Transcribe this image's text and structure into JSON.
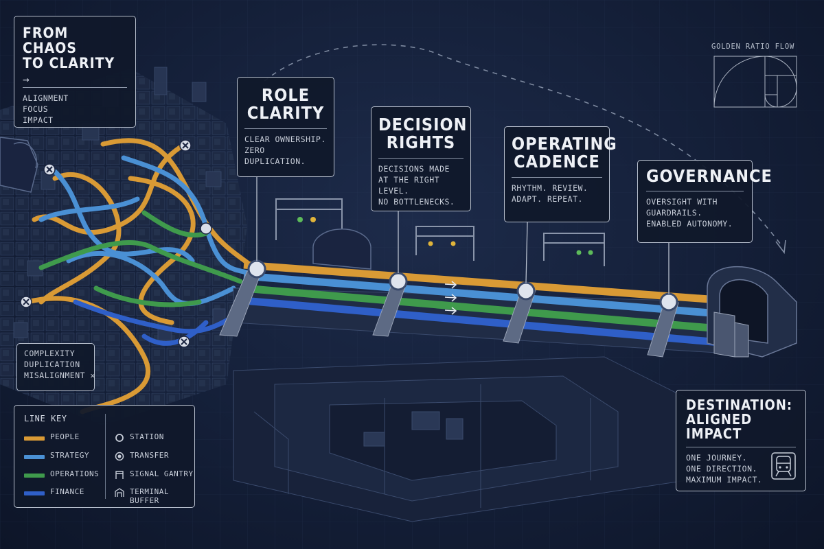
{
  "intro": {
    "title_line1": "FROM CHAOS",
    "title_line2": "TO CLARITY",
    "arrow": "→",
    "items": [
      "ALIGNMENT",
      "FOCUS",
      "IMPACT"
    ]
  },
  "chaos_note": {
    "items": [
      "COMPLEXITY",
      "DUPLICATION",
      "MISALIGNMENT"
    ],
    "mark": "✕"
  },
  "golden": {
    "label": "GOLDEN RATIO FLOW"
  },
  "stations": [
    {
      "title_line1": "ROLE",
      "title_line2": "CLARITY",
      "desc": [
        "CLEAR OWNERSHIP.",
        "ZERO DUPLICATION."
      ]
    },
    {
      "title_line1": "DECISION",
      "title_line2": "RIGHTS",
      "desc": [
        "DECISIONS MADE",
        "AT THE RIGHT LEVEL.",
        "NO BOTTLENECKS."
      ]
    },
    {
      "title_line1": "OPERATING",
      "title_line2": "CADENCE",
      "desc": [
        "RHYTHM. REVIEW.",
        "ADAPT. REPEAT."
      ]
    },
    {
      "title_line1": "GOVERNANCE",
      "title_line2": "",
      "desc": [
        "OVERSIGHT WITH",
        "GUARDRAILS.",
        "ENABLED AUTONOMY."
      ]
    }
  ],
  "destination": {
    "title_line1": "DESTINATION:",
    "title_line2": "ALIGNED IMPACT",
    "desc": [
      "ONE JOURNEY.",
      "ONE DIRECTION.",
      "MAXIMUM IMPACT."
    ],
    "icon": "train-icon"
  },
  "legend": {
    "title": "LINE KEY",
    "lines": [
      {
        "label": "PEOPLE",
        "color": "#d99a35"
      },
      {
        "label": "STRATEGY",
        "color": "#4a90d4"
      },
      {
        "label": "OPERATIONS",
        "color": "#3f9a4c"
      },
      {
        "label": "FINANCE",
        "color": "#2f5fc8"
      }
    ],
    "symbols": [
      {
        "label": "STATION",
        "icon": "station-icon"
      },
      {
        "label": "TRANSFER",
        "icon": "transfer-icon"
      },
      {
        "label": "SIGNAL GANTRY",
        "icon": "signal-gantry-icon"
      },
      {
        "label": "TERMINAL BUFFER",
        "icon": "terminal-buffer-icon"
      }
    ]
  },
  "colors": {
    "people": "#d99a35",
    "strategy": "#4a90d4",
    "operations": "#3f9a4c",
    "finance": "#2f5fc8",
    "panel_border": "#b8c0ce",
    "background": "#141f38"
  }
}
